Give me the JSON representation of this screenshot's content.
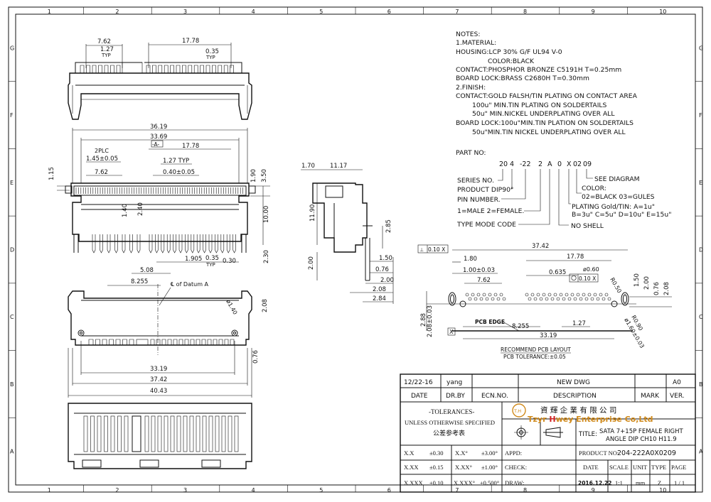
{
  "frame": {
    "cols": [
      "1",
      "2",
      "3",
      "4",
      "5",
      "6",
      "7",
      "8",
      "9",
      "10"
    ],
    "rows": [
      "G",
      "F",
      "E",
      "D",
      "C",
      "B",
      "A"
    ]
  },
  "notes": {
    "lines": [
      "NOTES:",
      "1.MATERIAL:",
      "HOUSING:LCP 30% G/F UL94 V-0",
      "          COLOR:BLACK",
      "CONTACT:PHOSPHOR BRONZE C5191H T=0.25mm",
      "BOARD LOCK:BRASS C2680H T=0.30mm",
      "2.FINISH:",
      "CONTACT:GOLD FALSH/TIN PLATING ON CONTACT AREA",
      "           100u\" MIN.TIN PLATING ON SOLDERTAILS",
      "          50u\" MIN.NICKEL UNDERPLATING OVER ALL",
      "BOARD LOCK:100u\"MIN.TIN PLATION ON SOLDERTAILS",
      "              50u\"MIN.TIN NICKEL UNDERPLATING OVER ALL"
    ]
  },
  "part_no": {
    "label": "PART NO:",
    "code": [
      "20",
      "4",
      "-22",
      "2",
      "A",
      "0",
      "X",
      "02",
      "09"
    ],
    "series": "SERIES NO.",
    "product": "PRODUCT DIP90°",
    "pin": "PIN NUMBER.",
    "gender": "1=MALE 2=FEMALE.",
    "type_mode": "TYPE MODE CODE",
    "see_diagram": "SEE DIAGRAM",
    "color": "COLOR:",
    "color_opts": "02=BLACK 03=GULES",
    "plating": "PLATING Gold/TIN: A=1u\"",
    "plating2": "B=3u\" C=5u\" D=10u\" E=15u\"",
    "no_shell": "NO SHELL"
  },
  "dims_top": {
    "d1": "7.62",
    "d2": "1.27",
    "typ1": "TYP",
    "d3": "17.78",
    "d4": "0.35",
    "typ2": "TYP"
  },
  "dims_front": {
    "d36": "36.19",
    "d33": "33.69",
    "datumA": "-A-",
    "d1778": "17.78",
    "plc": "2PLC",
    "d145": "1.45±0.05",
    "d127": "1.27 TYP",
    "d762": "7.62",
    "d040": "0.40±0.05",
    "d115": "1.15",
    "d190": "1.90",
    "d350": "3.50",
    "d140": "1.40",
    "d240": "2.40",
    "d1000": "10.00",
    "d1905": "1.905",
    "d035": "0.35",
    "typ": "TYP",
    "d030": "0.30",
    "d230": "2.30",
    "d508": "5.08",
    "d8255": "8.255",
    "cl": "℄ of Datum A"
  },
  "dims_side": {
    "d170": "1.70",
    "d1117": "11.17",
    "d1190": "11.90",
    "d285": "2.85",
    "d200": "2.00",
    "d150": "1.50",
    "d076": "0.76",
    "d200b": "2.00",
    "d208": "2.08",
    "d284": "2.84"
  },
  "dims_bottom": {
    "d3319": "33.19",
    "d3742": "37.42",
    "d4043": "40.43",
    "d140": "ø1.40",
    "d208": "2.08",
    "d076": "0.76"
  },
  "pcb": {
    "tol_box": "0.10 X",
    "d3742": "37.42",
    "d180": "1.80",
    "d100": "1.00±0.03",
    "d762": "7.62",
    "d1778": "17.78",
    "d0635": "0.635",
    "d060": "ø0.60",
    "pos_box": "0.10 X",
    "d150": "1.50",
    "d200": "2.00",
    "d076": "0.76",
    "d208": "2.08",
    "r050": "R0.50",
    "r090": "R0.90",
    "d160": "ø1.60±0.03",
    "d288": "2.88",
    "d208b": "2.08±0.03",
    "edge": "PCB EDGE",
    "x": "X",
    "d8255": "8.255",
    "d127": "1.27",
    "d3319": "33.19",
    "title1": "RECOMMEND PCB LAYOUT",
    "title2": "PCB TOLERANCE:±0.05"
  },
  "titleblock": {
    "rev_date": "12/22-16",
    "rev_by": "yang",
    "rev_desc": "NEW DWG",
    "rev": "A0",
    "h_date": "DATE",
    "h_drby": "DR.BY",
    "h_ecn": "ECN.NO.",
    "h_desc": "DESCRIPTION",
    "h_mark": "MARK",
    "h_ver": "VER.",
    "tol1": "-TOLERANCES-",
    "tol2": "UNLESS OTHERWISE SPECIFIED",
    "tol3": "公差参考表",
    "company_cn": "資 輝 企 業 有 限 公 司",
    "company_en_1": "Tzyr ",
    "company_en_h": "H",
    "company_en_2": "wey Enterprise Co,Ltd",
    "logo": "T.H",
    "title_lbl": "TITLE:",
    "title1": "SATA 7+15P FEMALE RIGHT",
    "title2": "ANGLE DIP CH10 H11.9",
    "prod_lbl": "PRODUCT NO:",
    "prod_no": "204-222A0X0209",
    "tx": "X.X",
    "tx_v": "±0.30",
    "txa": "X.X°",
    "txa_v": "±3.00°",
    "appd": "APPD:",
    "txx": "X.XX",
    "txx_v": "±0.15",
    "txxa": "X.XX°",
    "txxa_v": "±1.00°",
    "check": "CHECK:",
    "txxx": "X.XXX",
    "txxx_v": "±0.10",
    "txxxa": "X.XXX°",
    "txxxa_v": "±0.500°",
    "draw": "DRAW:",
    "h_date2": "DATE",
    "h_scale": "SCALE",
    "h_unit": "UNIT",
    "h_type": "TYPE",
    "h_page": "PAGE",
    "v_date": "2016.12.22",
    "v_scale": "1:1",
    "v_unit": "mm",
    "v_type": "Z",
    "v_page": "1 / 1"
  },
  "colors": {
    "line": "#111111",
    "logo": "#d08a1c",
    "accent_h": "#d02020"
  }
}
